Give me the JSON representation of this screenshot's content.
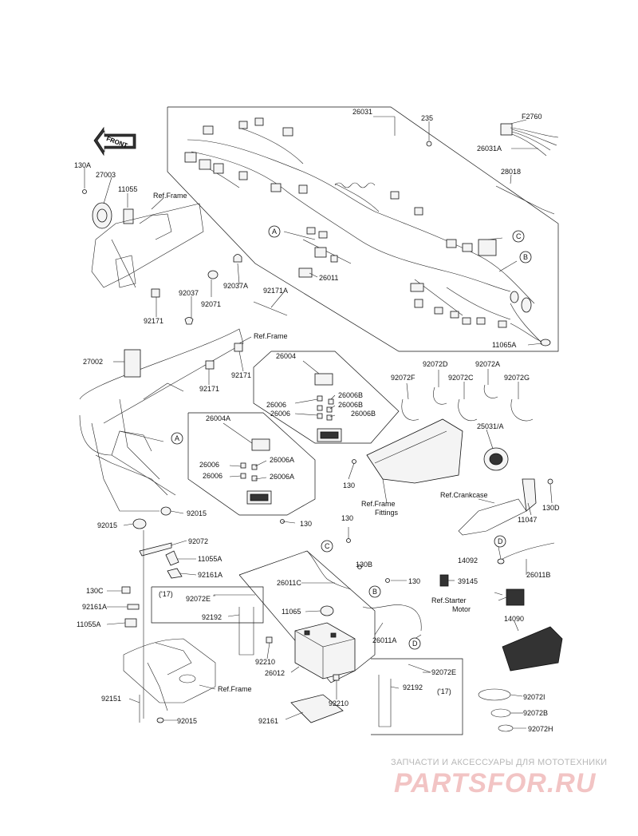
{
  "labels": {
    "l26031": "26031",
    "l235": "235",
    "lF2760": "F2760",
    "l26031A": "26031A",
    "l28018": "28018",
    "l130A": "130A",
    "l27003": "27003",
    "l11055": "11055",
    "lRefFrame1": "Ref.Frame",
    "lA1": "A",
    "lC1": "C",
    "lB1": "B",
    "l26011": "26011",
    "l11065A": "11065A",
    "l92037": "92037",
    "l92037A": "92037A",
    "l92071": "92071",
    "l92171A": "92171A",
    "l92171a": "92171",
    "l27002": "27002",
    "lRefFrame2": "Ref.Frame",
    "l92171b": "92171",
    "l92171c": "92171",
    "l26004": "26004",
    "l26006a": "26006",
    "l26006b": "26006",
    "l26006B1": "26006B",
    "l26006B2": "26006B",
    "l26006B3": "26006B",
    "l26004A": "26004A",
    "l26006c": "26006",
    "l26006d": "26006",
    "l26006A1": "26006A",
    "l26006A2": "26006A",
    "lA2": "A",
    "l130a": "130",
    "l130b": "130",
    "l92072F": "92072F",
    "l92072D": "92072D",
    "l92072C": "92072C",
    "l92072A": "92072A",
    "l92072G": "92072G",
    "l25031A": "25031/A",
    "lRefFrameFittings1": "Ref.Frame",
    "lRefFrameFittings2": "Fittings",
    "lRefCrankcase": "Ref.Crankcase",
    "l130D": "130D",
    "l11047": "11047",
    "l92015a": "92015",
    "l92015b": "92015",
    "l92072": "92072",
    "l11055A1": "11055A",
    "l92161A1": "92161A",
    "l130C": "130C",
    "l92161A2": "92161A",
    "l11055A2": "11055A",
    "l130c": "130",
    "lC2": "C",
    "l130B": "130B",
    "l26011C": "26011C",
    "l130d": "130",
    "lB2": "B",
    "l17a": "('17)",
    "l92072E1": "92072E",
    "l92192a": "92192",
    "l11065": "11065",
    "l26011A": "26011A",
    "lD1": "D",
    "l92210a": "92210",
    "l26012": "26012",
    "l92210b": "92210",
    "l92161": "92161",
    "l92151": "92151",
    "l92015c": "92015",
    "lRefFrame3": "Ref.Frame",
    "l92072E2": "92072E",
    "l92192b": "92192",
    "l17b": "('17)",
    "lD2": "D",
    "l14092": "14092",
    "l26011B": "26011B",
    "l39145": "39145",
    "lRefStarter1": "Ref.Starter",
    "lRefStarter2": "Motor",
    "l14090": "14090",
    "l92072I": "92072I",
    "l92072B": "92072B",
    "l92072H": "92072H",
    "lFront": "FRONT"
  },
  "watermark": {
    "line1": "ЗАПЧАСТИ И АКСЕССУАРЫ ДЛЯ МОТОТЕХНИКИ",
    "line2": "PARTSFOR.RU"
  }
}
